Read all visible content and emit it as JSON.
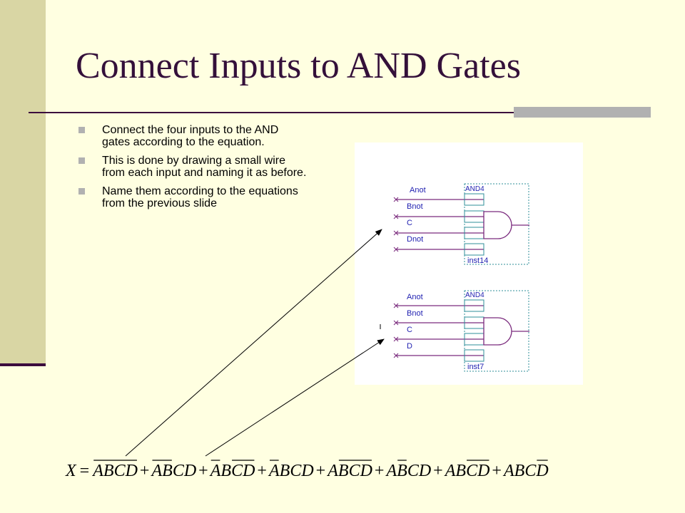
{
  "slide": {
    "title": "Connect Inputs to AND Gates",
    "bullets": [
      "Connect the four inputs to the AND gates according to the equation.",
      "This is done by drawing a small wire from each input and naming it as before.",
      "Name them according to the equations from the previous slide"
    ]
  },
  "gate1": {
    "inputs": [
      "Anot",
      "Bnot",
      "C",
      "Dnot"
    ],
    "type_label": "AND4",
    "instance": "inst14"
  },
  "gate2": {
    "inputs": [
      "Anot",
      "Bnot",
      "C",
      "D"
    ],
    "type_label": "AND4",
    "instance": "inst7"
  },
  "equation": {
    "lhs": "X",
    "equals": "=",
    "plus": "+",
    "terms": [
      {
        "letters": [
          "A",
          "B",
          "C",
          "D"
        ],
        "complemented": [
          true,
          true,
          true,
          true
        ]
      },
      {
        "letters": [
          "A",
          "B",
          "C",
          "D"
        ],
        "complemented": [
          true,
          true,
          false,
          false
        ]
      },
      {
        "letters": [
          "A",
          "B",
          "C",
          "D"
        ],
        "complemented": [
          true,
          false,
          true,
          true
        ]
      },
      {
        "letters": [
          "A",
          "B",
          "C",
          "D"
        ],
        "complemented": [
          true,
          false,
          false,
          false
        ]
      },
      {
        "letters": [
          "A",
          "B",
          "C",
          "D"
        ],
        "complemented": [
          false,
          true,
          true,
          true
        ]
      },
      {
        "letters": [
          "A",
          "B",
          "C",
          "D"
        ],
        "complemented": [
          false,
          true,
          false,
          false
        ]
      },
      {
        "letters": [
          "A",
          "B",
          "C",
          "D"
        ],
        "complemented": [
          false,
          false,
          true,
          true
        ]
      },
      {
        "letters": [
          "A",
          "B",
          "C",
          "D"
        ],
        "complemented": [
          false,
          false,
          false,
          true
        ]
      }
    ]
  },
  "colors": {
    "background": "#ffffe1",
    "title": "#34103a",
    "wire": "#7a2a7d",
    "pin_box": "#2f8f9a",
    "label": "#1f1fb0",
    "left_bar": "#d9d6a4",
    "accent": "#b1b1b1"
  }
}
